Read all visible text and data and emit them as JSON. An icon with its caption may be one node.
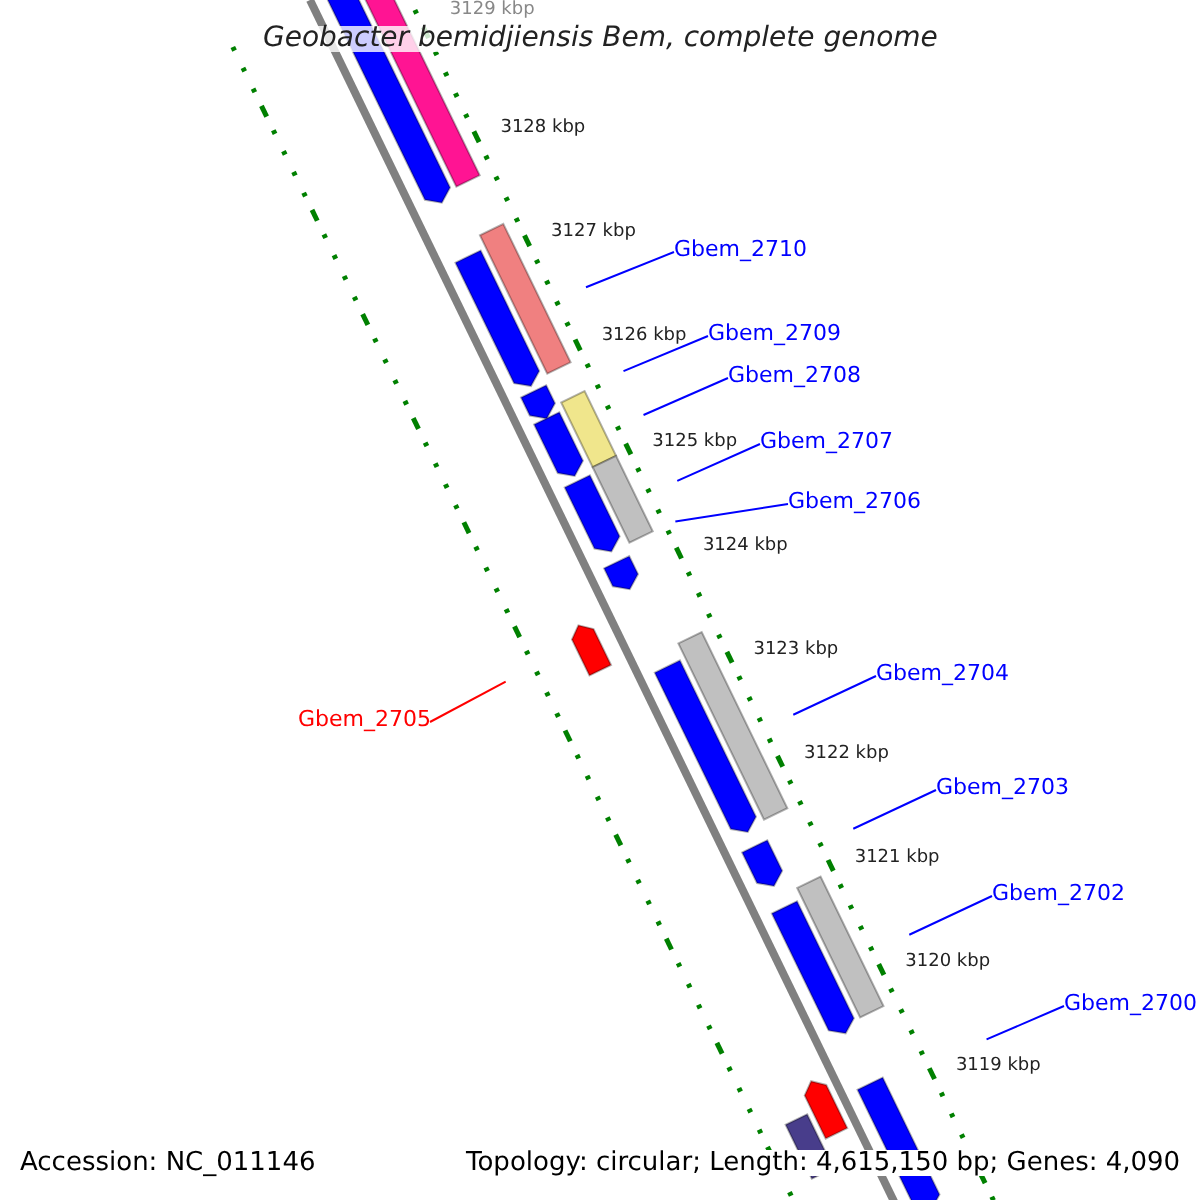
{
  "diagram": {
    "title": "Geobacter bemidjiensis Bem, complete genome",
    "nodes": [
      {
        "text": [
          "Gbem_2710"
        ]
      },
      {
        "text": [
          "Gbem_2709"
        ]
      },
      {
        "text": [
          "Gbem_2708"
        ]
      },
      {
        "text": [
          "Gbem_2707"
        ]
      },
      {
        "text": [
          "Gbem_2706"
        ]
      },
      {
        "text": [
          "Gbem_2705"
        ]
      },
      {
        "text": [
          "Gbem_2704"
        ]
      },
      {
        "text": [
          "Gbem_2703"
        ]
      },
      {
        "text": [
          "Gbem_2702"
        ]
      },
      {
        "text": [
          "Gbem_2700"
        ]
      }
    ],
    "edges": [
      {
        "from": 0,
        "to": null,
        "arrow": "none"
      },
      {
        "from": 1,
        "to": null,
        "arrow": "none"
      },
      {
        "from": 2,
        "to": null,
        "arrow": "none"
      },
      {
        "from": 3,
        "to": null,
        "arrow": "none"
      },
      {
        "from": 4,
        "to": null,
        "arrow": "none"
      },
      {
        "from": 5,
        "to": null,
        "arrow": "none",
        "color": "#ff0000"
      },
      {
        "from": 6,
        "to": null,
        "arrow": "none"
      },
      {
        "from": 7,
        "to": null,
        "arrow": "none"
      },
      {
        "from": 8,
        "to": null,
        "arrow": "none"
      },
      {
        "from": 9,
        "to": null,
        "arrow": "none"
      }
    ],
    "labels": [
      "3129 kbp",
      "3128 kbp",
      "3127 kbp",
      "3126 kbp",
      "3125 kbp",
      "3124 kbp",
      "3123 kbp",
      "3122 kbp",
      "3121 kbp",
      "3120 kbp",
      "3119 kbp",
      "Accession: NC_011146",
      "Topology: circular; Length: 4,615,150 bp; Genes: 4,090"
    ]
  }
}
